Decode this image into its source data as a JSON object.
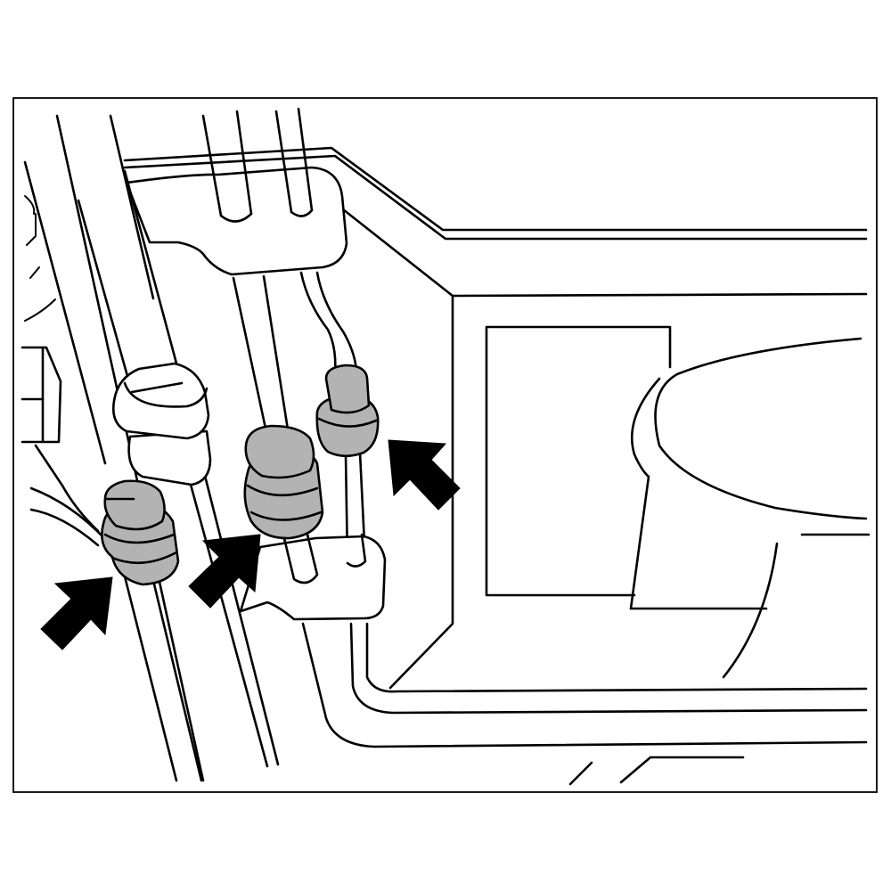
{
  "figure": {
    "background": "#ffffff",
    "line_color": "#000000",
    "grommet_fill": "#b3b3b3",
    "arrow_fill": "#000000",
    "frame_fill": "#ffffff"
  },
  "callouts": [
    {
      "target": "left-grommet",
      "icon": "arrow-icon"
    },
    {
      "target": "middle-grommet",
      "icon": "arrow-icon"
    },
    {
      "target": "right-grommet",
      "icon": "arrow-icon"
    }
  ]
}
